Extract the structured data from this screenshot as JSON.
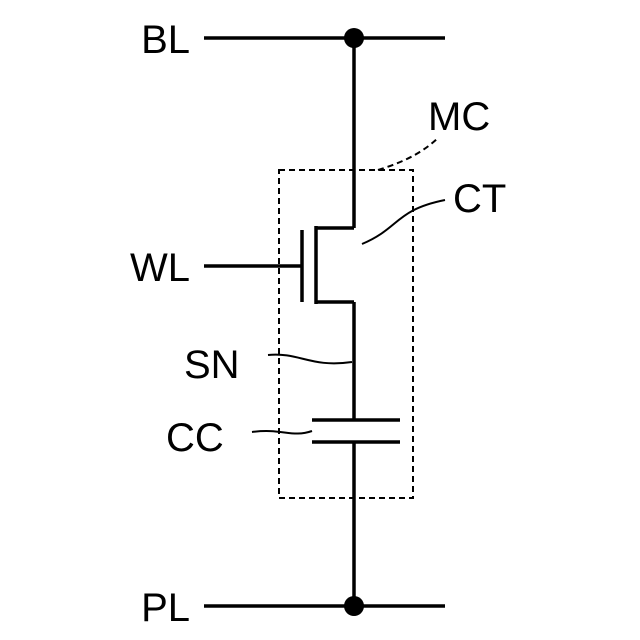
{
  "labels": {
    "bl": "BL",
    "wl": "WL",
    "pl": "PL",
    "mc": "MC",
    "ct": "CT",
    "sn": "SN",
    "cc": "CC"
  },
  "colors": {
    "line": "#000000",
    "background": "#ffffff"
  }
}
